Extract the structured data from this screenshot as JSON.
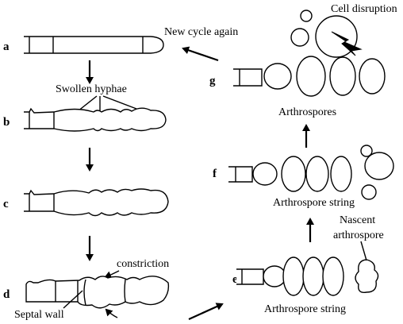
{
  "stages": {
    "a": "a",
    "b": "b",
    "c": "c",
    "d": "d",
    "e": "e",
    "f": "f",
    "g": "g"
  },
  "labels": {
    "new_cycle": "New cycle again",
    "cell_disruption": "Cell disruption",
    "swollen_hyphae": "Swollen hyphae",
    "arthrospores": "Arthrospores",
    "arthrospore_string_f": "Arthrospore string",
    "nascent_line1": "Nascent",
    "nascent_line2": "arthrospore",
    "constriction": "constriction",
    "septal_wall": "Septal wall",
    "arthrospore_string_e": "Arthrospore string"
  }
}
